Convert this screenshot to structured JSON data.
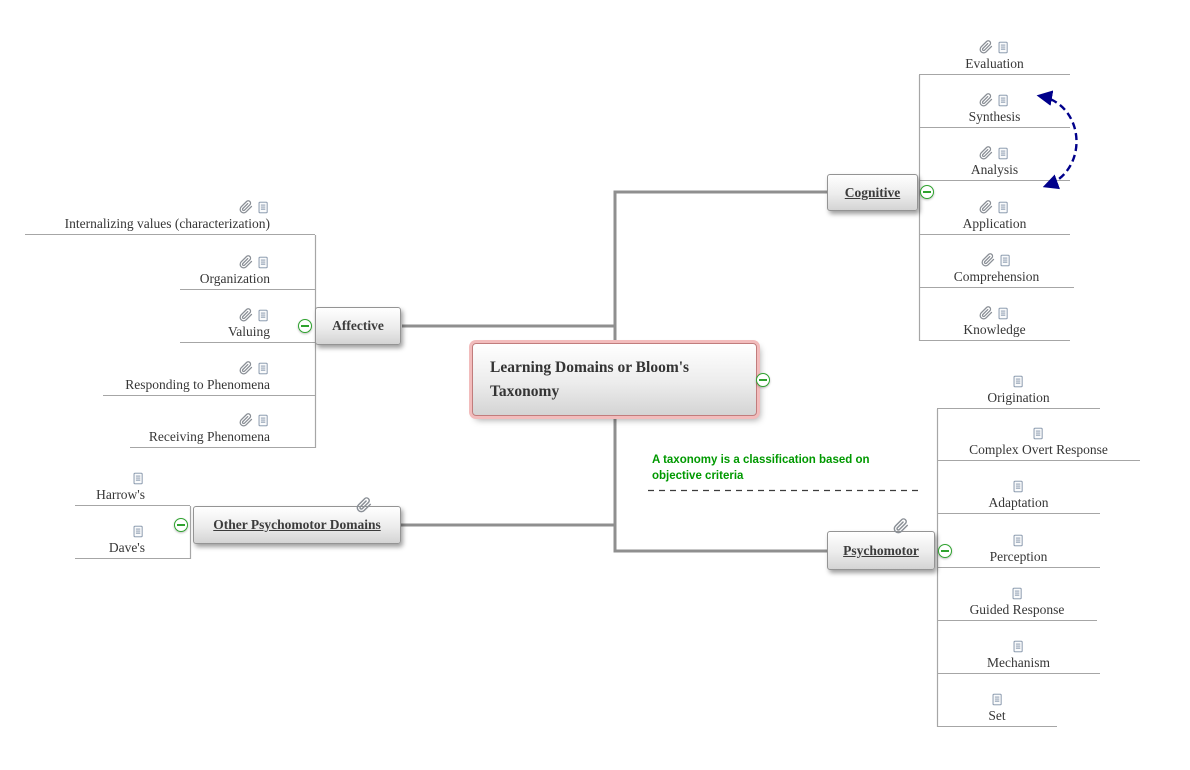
{
  "root": {
    "label": "Learning Domains or Bloom's Taxonomy"
  },
  "floating_note": {
    "text": "A taxonomy is a classification based on objective criteria"
  },
  "branches": {
    "cognitive": {
      "label": "Cognitive",
      "children": [
        {
          "label": "Evaluation",
          "icons": [
            "paperclip",
            "note"
          ]
        },
        {
          "label": "Synthesis",
          "icons": [
            "paperclip",
            "note"
          ]
        },
        {
          "label": "Analysis",
          "icons": [
            "paperclip",
            "note"
          ]
        },
        {
          "label": "Application",
          "icons": [
            "paperclip",
            "note"
          ]
        },
        {
          "label": "Comprehension",
          "icons": [
            "paperclip",
            "note"
          ]
        },
        {
          "label": "Knowledge",
          "icons": [
            "paperclip",
            "note"
          ]
        }
      ]
    },
    "affective": {
      "label": "Affective",
      "children": [
        {
          "label": "Internalizing values (characterization)",
          "icons": [
            "paperclip",
            "note"
          ]
        },
        {
          "label": "Organization",
          "icons": [
            "paperclip",
            "note"
          ]
        },
        {
          "label": "Valuing",
          "icons": [
            "paperclip",
            "note"
          ]
        },
        {
          "label": "Responding to Phenomena",
          "icons": [
            "paperclip",
            "note"
          ]
        },
        {
          "label": "Receiving Phenomena",
          "icons": [
            "paperclip",
            "note"
          ]
        }
      ]
    },
    "other_psychomotor": {
      "label": "Other Psychomotor Domains",
      "icons": [
        "paperclip"
      ],
      "children": [
        {
          "label": "Harrow's",
          "icons": [
            "note"
          ]
        },
        {
          "label": "Dave's",
          "icons": [
            "note"
          ]
        }
      ]
    },
    "psychomotor": {
      "label": "Psychomotor",
      "icons": [
        "paperclip"
      ],
      "children": [
        {
          "label": "Origination",
          "icons": [
            "note"
          ]
        },
        {
          "label": "Complex Overt Response",
          "icons": [
            "note"
          ]
        },
        {
          "label": "Adaptation",
          "icons": [
            "note"
          ]
        },
        {
          "label": "Perception",
          "icons": [
            "note"
          ]
        },
        {
          "label": "Guided Response",
          "icons": [
            "note"
          ]
        },
        {
          "label": "Mechanism",
          "icons": [
            "note"
          ]
        },
        {
          "label": "Set",
          "icons": [
            "note"
          ]
        }
      ]
    }
  },
  "relationship_arrow": {
    "between": [
      "Synthesis",
      "Application"
    ],
    "style": "dashed"
  },
  "colors": {
    "note_green": "#009900",
    "arrow_navy": "#00008B",
    "collapse_green": "#2fa32f",
    "central_border_pink": "#f2bcbc",
    "connector_gray": "#8f8f8f"
  }
}
